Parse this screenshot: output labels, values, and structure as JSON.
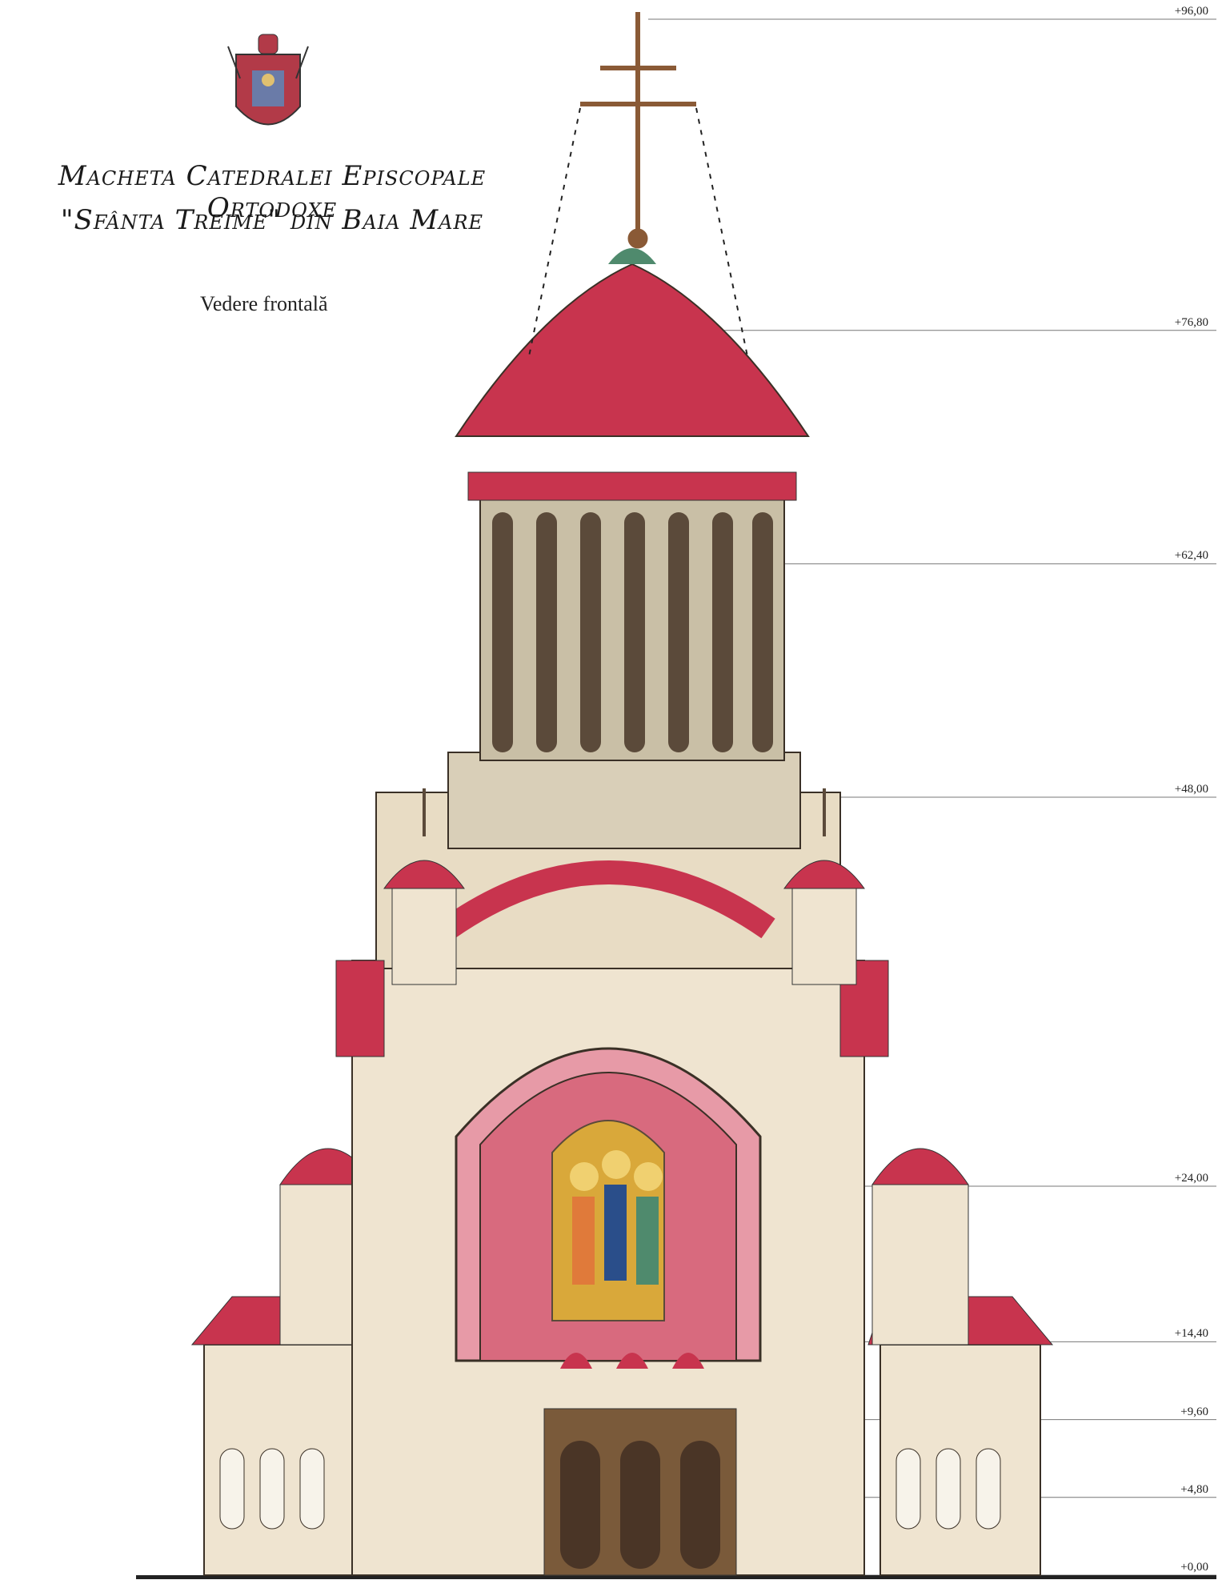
{
  "title_line1": "Macheta Catedralei Episcopale Ortodoxe",
  "title_line2": "\"Sfânta Treime\" din Baia Mare",
  "subtitle": "Vedere frontală",
  "levels": [
    {
      "label": "+96,00",
      "value": 96.0
    },
    {
      "label": "+76,80",
      "value": 76.8
    },
    {
      "label": "+62,40",
      "value": 62.4
    },
    {
      "label": "+48,00",
      "value": 48.0
    },
    {
      "label": "+24,00",
      "value": 24.0
    },
    {
      "label": "+14,40",
      "value": 14.4
    },
    {
      "label": "+9,60",
      "value": 9.6
    },
    {
      "label": "+4,80",
      "value": 4.8
    },
    {
      "label": "+0,00",
      "value": 0.0
    }
  ],
  "colors": {
    "roof_red": "#c8344e",
    "roof_green": "#4f8a6d",
    "stone": "#ede3cf",
    "column_dark": "#5b4a3a",
    "cross_bronze": "#8a5a36",
    "icon_gold": "#d9a83a"
  }
}
